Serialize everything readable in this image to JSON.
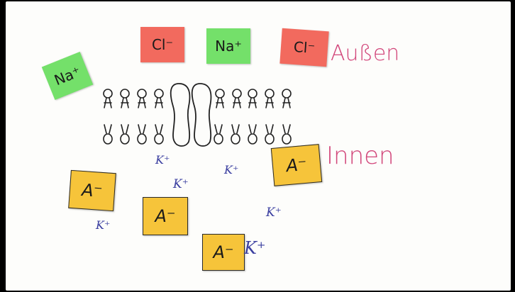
{
  "colors": {
    "red": "#f26a5e",
    "green": "#74e06a",
    "yellow": "#f6c43a",
    "outside_label": "#d2467a",
    "ion_label": "#3b3fa0"
  },
  "labels": {
    "outside": "Außen",
    "inside": "Innen"
  },
  "cards": {
    "na_left": "Na⁺",
    "cl_1": "Cl⁻",
    "na_top": "Na⁺",
    "cl_2": "Cl⁻",
    "a_right": "A⁻",
    "a_left": "A⁻",
    "a_mid": "A⁻",
    "a_bottom": "A⁻"
  },
  "potassium": {
    "k1": "K⁺",
    "k2": "K⁺",
    "k3": "K⁺",
    "k4": "K⁺",
    "k5": "K⁺",
    "k6": "K⁺"
  },
  "icons": [
    "phospholipid-bilayer",
    "channel-protein"
  ]
}
